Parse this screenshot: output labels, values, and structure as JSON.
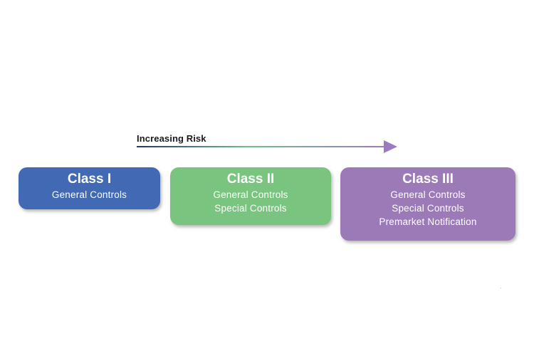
{
  "arrow": {
    "label": "Increasing Risk",
    "gradient_start_color": "#1f3a6e",
    "gradient_mid_color": "#6fbf8a",
    "gradient_end_color": "#9b7bc0"
  },
  "classes": [
    {
      "title": "Class I",
      "color": "#4169b4",
      "items": [
        "General Controls"
      ]
    },
    {
      "title": "Class II",
      "color": "#79c47f",
      "items": [
        "General Controls",
        "Special Controls"
      ]
    },
    {
      "title": "Class III",
      "color": "#9c7ab8",
      "items": [
        "General Controls",
        "Special Controls",
        "Premarket Notification"
      ]
    }
  ]
}
